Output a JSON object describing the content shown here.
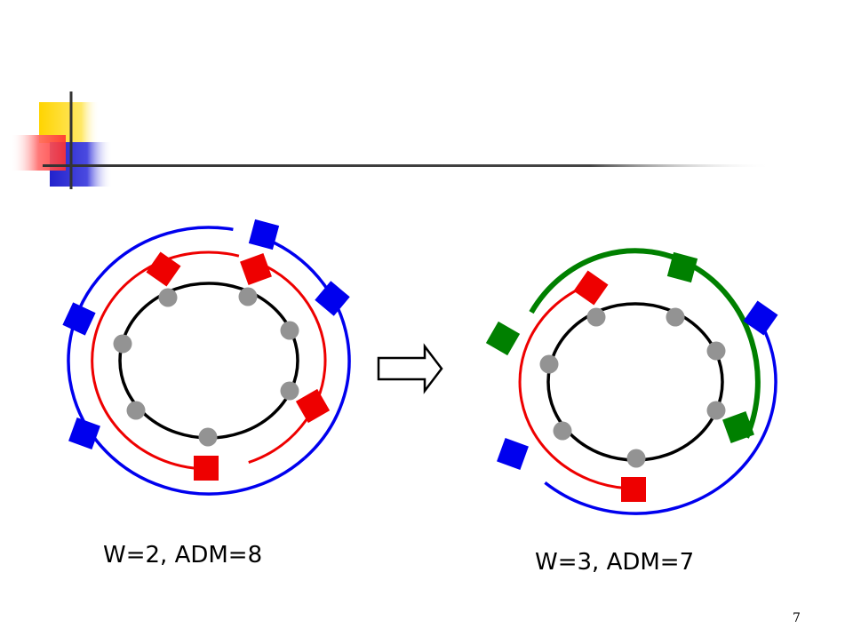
{
  "slide": {
    "page_number": "7",
    "colors": {
      "ring": "#000000",
      "node": "#939393",
      "red": "#ee0000",
      "blue": "#0000ee",
      "green": "#008000",
      "header_line": "#333333"
    }
  },
  "diagrams": [
    {
      "caption": "W=2, ADM=8",
      "node_count": 7,
      "wavelength_rings": [
        "red",
        "blue"
      ],
      "adm_count": 8
    },
    {
      "caption": "W=3, ADM=7",
      "node_count": 7,
      "wavelength_rings": [
        "red",
        "blue",
        "green"
      ],
      "adm_count": 7
    }
  ],
  "transition": {
    "icon": "right-arrow-icon"
  },
  "decoration": {
    "icon": "color-squares-logo"
  }
}
